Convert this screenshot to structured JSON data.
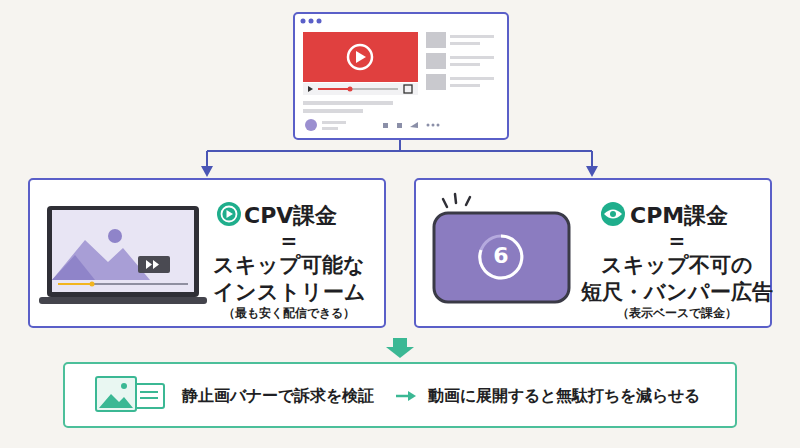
{
  "diagram": {
    "nodes": [
      {
        "text": [
          "CPV課金",
          "=",
          "スキップ可能な インストリーム",
          "（最も安く配信できる）"
        ]
      },
      {
        "text": [
          "CPM課金",
          "=",
          "スキップ不可の 短尺・バンパー広告",
          "（表示ベースで課金）"
        ]
      },
      {
        "text": [
          "静止画バナーで訴求を検証",
          "動画に展開すると無駄打ちを減らせる"
        ]
      }
    ],
    "labels": [
      "6"
    ]
  }
}
